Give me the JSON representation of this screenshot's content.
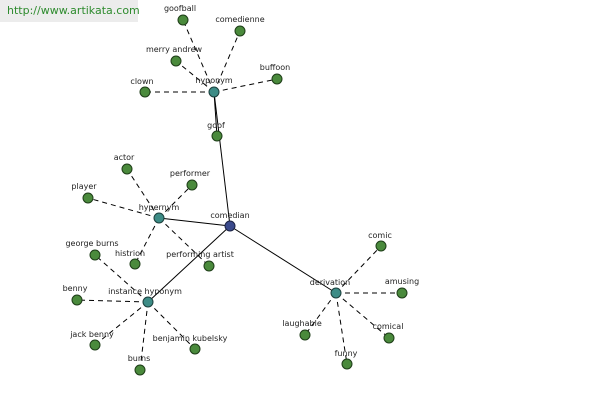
{
  "banner": {
    "url": "http://www.artikata.com"
  },
  "graph": {
    "center": {
      "id": "comedian",
      "label": "comedian"
    },
    "relations": [
      {
        "id": "hyponym_top",
        "label": "hyponym"
      },
      {
        "id": "hypernym",
        "label": "hypernym"
      },
      {
        "id": "instance_hyponym",
        "label": "instance hyponym"
      },
      {
        "id": "derivation",
        "label": "derivation"
      }
    ],
    "leaves": [
      {
        "id": "goof",
        "label": "goof",
        "parent": "hyponym_top",
        "style": "solid"
      },
      {
        "id": "goofball",
        "label": "goofball",
        "parent": "hyponym_top",
        "style": "dashed"
      },
      {
        "id": "comedienne",
        "label": "comedienne",
        "parent": "hyponym_top",
        "style": "dashed"
      },
      {
        "id": "merry_andrew",
        "label": "merry andrew",
        "parent": "hyponym_top",
        "style": "dashed"
      },
      {
        "id": "clown",
        "label": "clown",
        "parent": "hyponym_top",
        "style": "dashed"
      },
      {
        "id": "buffoon",
        "label": "buffoon",
        "parent": "hyponym_top",
        "style": "dashed"
      },
      {
        "id": "actor",
        "label": "actor",
        "parent": "hypernym",
        "style": "dashed"
      },
      {
        "id": "performer",
        "label": "performer",
        "parent": "hypernym",
        "style": "dashed"
      },
      {
        "id": "player",
        "label": "player",
        "parent": "hypernym",
        "style": "dashed"
      },
      {
        "id": "histrion",
        "label": "histrion",
        "parent": "hypernym",
        "style": "dashed"
      },
      {
        "id": "performing_artist",
        "label": "performing artist",
        "parent": "hypernym",
        "style": "dashed"
      },
      {
        "id": "george_burns",
        "label": "george burns",
        "parent": "instance_hyponym",
        "style": "dashed"
      },
      {
        "id": "benny",
        "label": "benny",
        "parent": "instance_hyponym",
        "style": "dashed"
      },
      {
        "id": "jack_benny",
        "label": "jack benny",
        "parent": "instance_hyponym",
        "style": "dashed"
      },
      {
        "id": "burns",
        "label": "burns",
        "parent": "instance_hyponym",
        "style": "dashed"
      },
      {
        "id": "benjamin_kubelsky",
        "label": "benjamin kubelsky",
        "parent": "instance_hyponym",
        "style": "dashed"
      },
      {
        "id": "comic",
        "label": "comic",
        "parent": "derivation",
        "style": "dashed"
      },
      {
        "id": "amusing",
        "label": "amusing",
        "parent": "derivation",
        "style": "dashed"
      },
      {
        "id": "comical",
        "label": "comical",
        "parent": "derivation",
        "style": "dashed"
      },
      {
        "id": "funny",
        "label": "funny",
        "parent": "derivation",
        "style": "dashed"
      },
      {
        "id": "laughable",
        "label": "laughable",
        "parent": "derivation",
        "style": "dashed"
      }
    ],
    "colors": {
      "leaf": "#4a8a3c",
      "relation": "#3d8c86",
      "center": "#3a4a8c",
      "banner_text": "#2e8b2e"
    }
  }
}
